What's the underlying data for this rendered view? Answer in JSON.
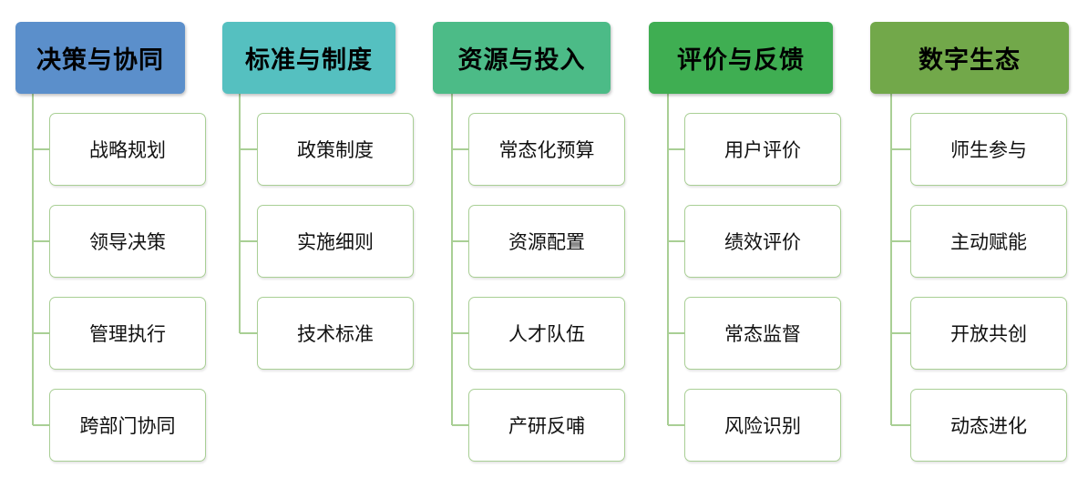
{
  "columns": [
    {
      "title": "决策与协同",
      "color": "#5b8fcb",
      "items": [
        "战略规划",
        "领导决策",
        "管理执行",
        "跨部门协同"
      ]
    },
    {
      "title": "标准与制度",
      "color": "#55c0c0",
      "items": [
        "政策制度",
        "实施细则",
        "技术标准"
      ]
    },
    {
      "title": "资源与投入",
      "color": "#4cbb87",
      "items": [
        "常态化预算",
        "资源配置",
        "人才队伍",
        "产研反哺"
      ]
    },
    {
      "title": "评价与反馈",
      "color": "#3fae52",
      "items": [
        "用户评价",
        "绩效评价",
        "常态监督",
        "风险识别"
      ]
    },
    {
      "title": "数字生态",
      "color": "#72a84a",
      "items": [
        "师生参与",
        "主动赋能",
        "开放共创",
        "动态进化"
      ]
    }
  ]
}
